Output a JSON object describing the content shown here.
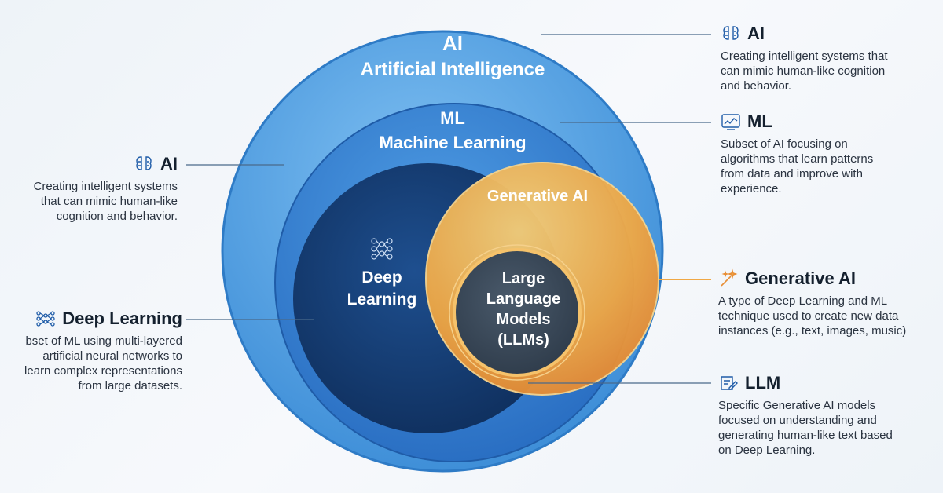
{
  "circles": {
    "ai": {
      "abbr": "AI",
      "full": "Artificial Intelligence"
    },
    "ml": {
      "abbr": "ML",
      "full": "Machine Learning"
    },
    "dl": {
      "line1": "Deep",
      "line2": "Learning"
    },
    "genai": {
      "label": "Generative AI"
    },
    "llm": {
      "line1": "Large",
      "line2": "Language",
      "line3": "Models",
      "line4": "(LLMs)"
    }
  },
  "callouts": {
    "right_ai": {
      "title": "AI",
      "icon": "brain-icon",
      "lines": [
        "Creating intelligent systems that",
        "can mimic human-like cognition",
        "and behavior."
      ]
    },
    "right_ml": {
      "title": "ML",
      "icon": "chart-icon",
      "lines": [
        "Subset of AI focusing on",
        "algorithms that learn patterns",
        "from data and improve with",
        "experience."
      ]
    },
    "right_genai": {
      "title": "Generative AI",
      "icon": "magic-wand-icon",
      "lines": [
        "A type of Deep Learning and ML",
        "technique used to create new data",
        "instances (e.g., text, images, music)"
      ]
    },
    "right_llm": {
      "title": "LLM",
      "icon": "edit-note-icon",
      "lines": [
        "Specific Generative AI models",
        "focused on understanding and",
        "generating human-like text based",
        "on Deep Learning."
      ]
    },
    "left_ai": {
      "title": "AI",
      "icon": "brain-icon",
      "lines": [
        "Creating intelligent systems",
        "that can mimic human-like",
        "cognition and behavior."
      ]
    },
    "left_dl": {
      "title": "Deep Learning",
      "icon": "neural-network-icon",
      "lines": [
        "bset of ML using multi-layered",
        "artificial neural networks to",
        "learn complex representations",
        "from large datasets."
      ]
    }
  },
  "colors": {
    "ai_circle": "#5aa6e6",
    "ml_circle": "#3c8ad9",
    "dl_circle": "#143d73",
    "genai_circle": "#f3b24f",
    "llm_circle": "#3a4a5c",
    "connector": "#4a6a8a"
  }
}
